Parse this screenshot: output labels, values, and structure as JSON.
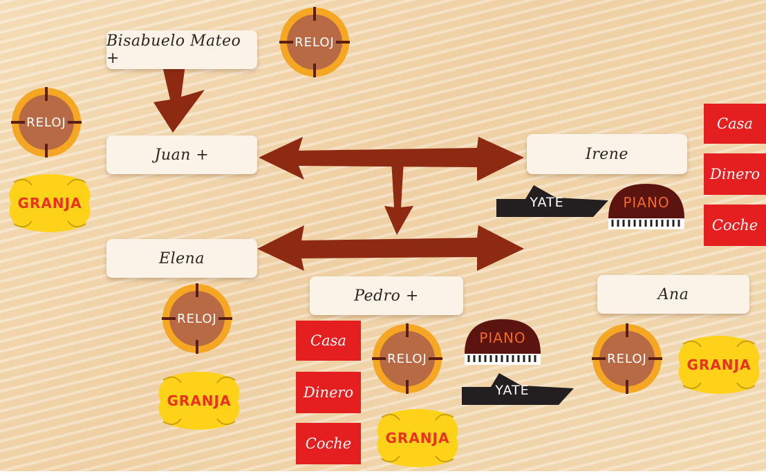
{
  "people": {
    "mateo": "Bisabuelo Mateo +",
    "juan": "Juan +",
    "irene": "Irene",
    "elena": "Elena",
    "pedro": "Pedro +",
    "ana": "Ana"
  },
  "items": {
    "reloj": "RELOJ",
    "granja": "GRANJA",
    "piano": "PIANO",
    "yate": "YATE",
    "casa": "Casa",
    "dinero": "Dinero",
    "coche": "Coche"
  },
  "colors": {
    "arrow": "#8e2a12",
    "tag": "#e51f1f",
    "card": "#fbf3e8"
  }
}
